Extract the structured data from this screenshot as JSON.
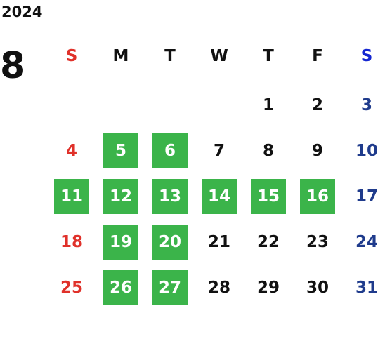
{
  "year": "2024",
  "month": "8",
  "colors": {
    "sunday": "#e0312a",
    "saturday": "#1f3b8c",
    "saturday_header": "#1426d1",
    "highlight": "#3bb44a",
    "weekday": "#111111"
  },
  "weekdays": [
    "S",
    "M",
    "T",
    "W",
    "T",
    "F",
    "S"
  ],
  "weeks": [
    [
      null,
      null,
      null,
      null,
      {
        "day": "1",
        "highlight": false
      },
      {
        "day": "2",
        "highlight": false
      },
      {
        "day": "3",
        "highlight": false
      }
    ],
    [
      {
        "day": "4",
        "highlight": false
      },
      {
        "day": "5",
        "highlight": true
      },
      {
        "day": "6",
        "highlight": true
      },
      {
        "day": "7",
        "highlight": false
      },
      {
        "day": "8",
        "highlight": false
      },
      {
        "day": "9",
        "highlight": false
      },
      {
        "day": "10",
        "highlight": false
      }
    ],
    [
      {
        "day": "11",
        "highlight": true
      },
      {
        "day": "12",
        "highlight": true
      },
      {
        "day": "13",
        "highlight": true
      },
      {
        "day": "14",
        "highlight": true
      },
      {
        "day": "15",
        "highlight": true
      },
      {
        "day": "16",
        "highlight": true
      },
      {
        "day": "17",
        "highlight": false
      }
    ],
    [
      {
        "day": "18",
        "highlight": false
      },
      {
        "day": "19",
        "highlight": true
      },
      {
        "day": "20",
        "highlight": true
      },
      {
        "day": "21",
        "highlight": false
      },
      {
        "day": "22",
        "highlight": false
      },
      {
        "day": "23",
        "highlight": false
      },
      {
        "day": "24",
        "highlight": false
      }
    ],
    [
      {
        "day": "25",
        "highlight": false
      },
      {
        "day": "26",
        "highlight": true
      },
      {
        "day": "27",
        "highlight": true
      },
      {
        "day": "28",
        "highlight": false
      },
      {
        "day": "29",
        "highlight": false
      },
      {
        "day": "30",
        "highlight": false
      },
      {
        "day": "31",
        "highlight": false
      }
    ]
  ]
}
